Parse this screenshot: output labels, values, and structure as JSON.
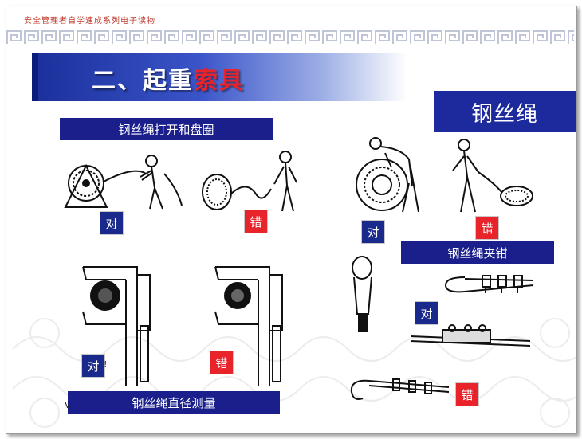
{
  "header": {
    "series_text": "安全管理者自学速成系列电子读物"
  },
  "title": {
    "prefix": "二、起重",
    "highlight": "索具"
  },
  "category": "钢丝绳",
  "labels": {
    "unwind": "钢丝绳打开和盘圈",
    "clamp": "钢丝绳夹钳",
    "diameter": "钢丝绳直径测量"
  },
  "badges": {
    "right": "对",
    "wrong": "错"
  },
  "marks": {
    "excl": "!",
    "v": "V"
  },
  "colors": {
    "label_bg": "#1a1f8c",
    "wrong_red": "#e8232a",
    "title_gradient_start": "#1a2f9a"
  }
}
